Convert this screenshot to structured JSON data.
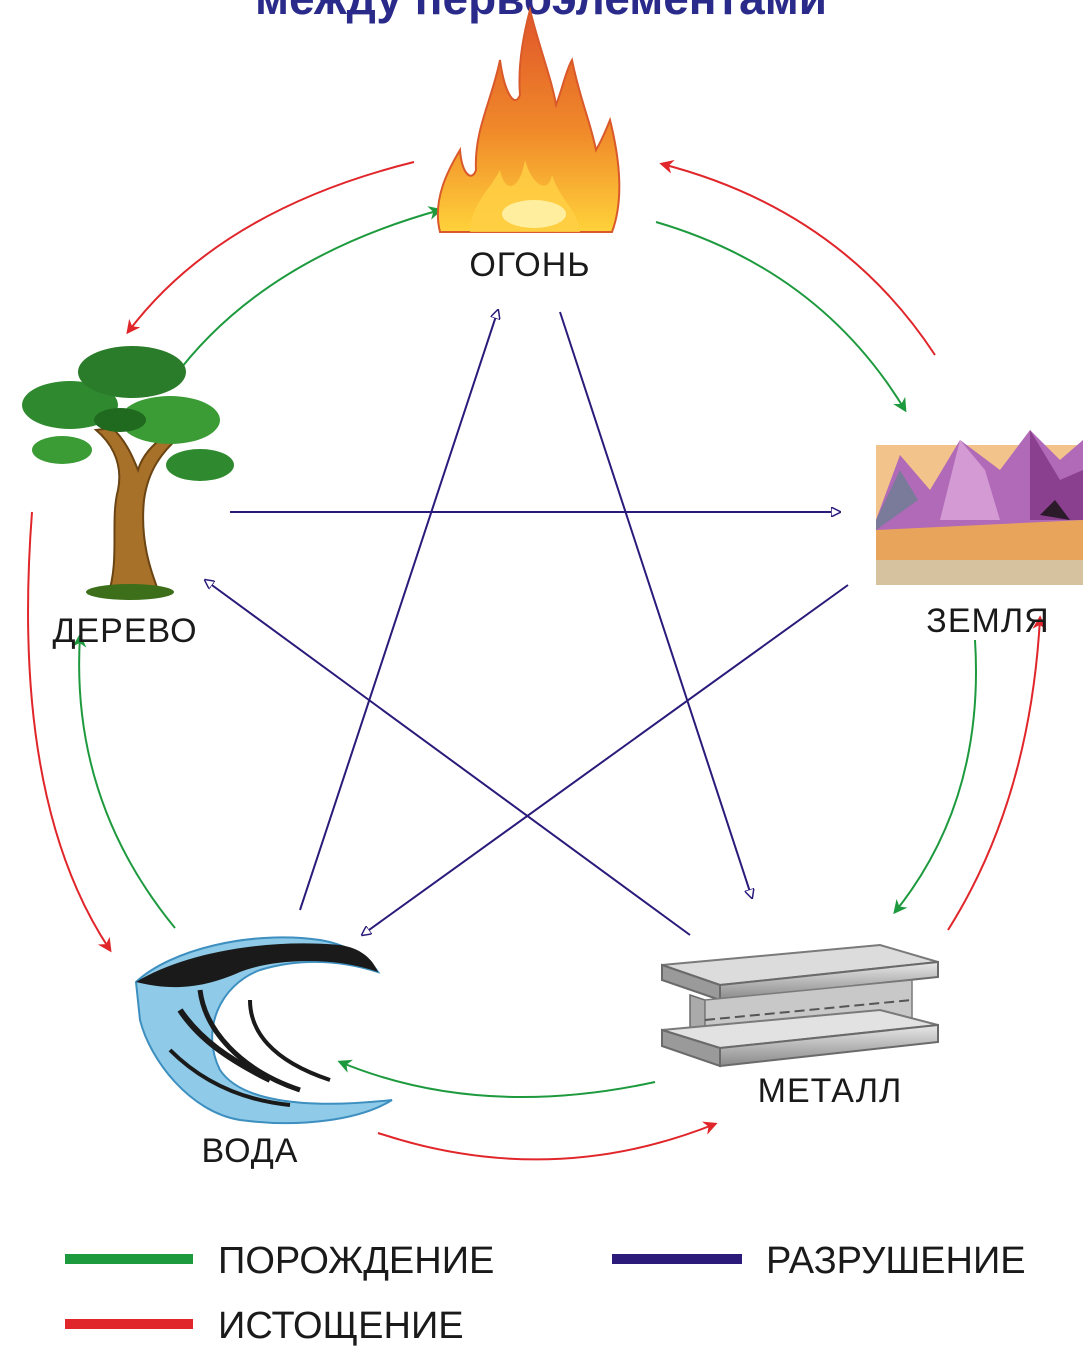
{
  "title": "между первоэлементами",
  "elements": {
    "fire": "ОГОНЬ",
    "earth": "ЗЕМЛЯ",
    "metal": "МЕТАЛЛ",
    "water": "ВОДА",
    "wood": "ДЕРЕВО"
  },
  "legend": {
    "generation": "ПОРОЖДЕНИЕ",
    "destruction": "РАЗРУШЕНИЕ",
    "exhaustion": "ИСТОЩЕНИЕ"
  },
  "colors": {
    "generation": "#1e9a3e",
    "destruction": "#2b1a7a",
    "exhaustion": "#e0262a",
    "title": "#2a2a8a"
  },
  "icons": {
    "fire": "flame-icon",
    "earth": "mountains-icon",
    "metal": "steel-beam-icon",
    "water": "wave-icon",
    "wood": "tree-icon"
  }
}
